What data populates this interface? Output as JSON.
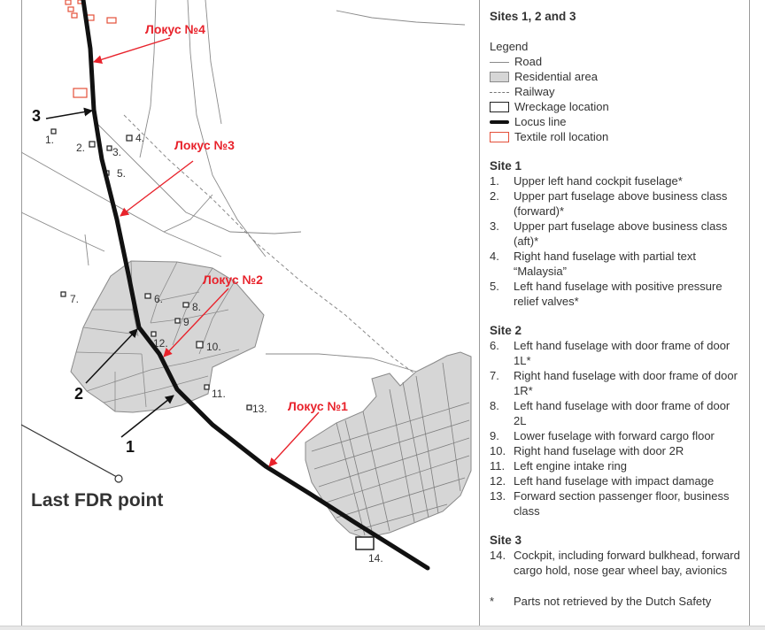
{
  "map": {
    "locus_labels": [
      "Локус №4",
      "Локус №3",
      "Локус №2",
      "Локус №1"
    ],
    "position_labels": [
      "3",
      "2",
      "1"
    ],
    "wreck_numbers": [
      "1.",
      "2.",
      "3.",
      "4.",
      "5.",
      "6.",
      "7.",
      "8.",
      "9",
      "10.",
      "11.",
      "12.",
      "13.",
      "14."
    ],
    "fdr_label": "Last FDR point",
    "colors": {
      "arrow_red": "#e8222b",
      "arrow_black": "#111111",
      "residential_fill": "#d6d6d6",
      "road": "#8a8a8a",
      "textile": "#e4503a"
    }
  },
  "panel": {
    "title": "Sites 1, 2 and 3",
    "legend_title": "Legend",
    "legend": [
      {
        "icon": "road-line-icon",
        "label": "Road"
      },
      {
        "icon": "residential-area-icon",
        "label": "Residential area"
      },
      {
        "icon": "railway-line-icon",
        "label": "Railway"
      },
      {
        "icon": "wreckage-location-icon",
        "label": "Wreckage location"
      },
      {
        "icon": "locus-line-icon",
        "label": "Locus line"
      },
      {
        "icon": "textile-roll-icon",
        "label": "Textile roll location"
      }
    ],
    "site1": {
      "heading": "Site 1",
      "items": [
        {
          "n": "1.",
          "text": "Upper left hand cockpit fuselage*"
        },
        {
          "n": "2.",
          "text": "Upper part fuselage above business class (forward)*"
        },
        {
          "n": "3.",
          "text": "Upper part fuselage above business class (aft)*"
        },
        {
          "n": "4.",
          "text": "Right hand fuselage with partial text “Malaysia”"
        },
        {
          "n": "5.",
          "text": "Left hand fuselage with positive pressure relief valves*"
        }
      ]
    },
    "site2": {
      "heading": "Site 2",
      "items": [
        {
          "n": "6.",
          "text": "Left hand fuselage with door frame of door 1L*"
        },
        {
          "n": "7.",
          "text": "Right hand fuselage with door frame of door 1R*"
        },
        {
          "n": "8.",
          "text": "Left hand fuselage with door frame of door 2L"
        },
        {
          "n": "9.",
          "text": "Lower fuselage with forward cargo floor"
        },
        {
          "n": "10.",
          "text": "Right hand fuselage with door 2R"
        },
        {
          "n": "11.",
          "text": "Left engine intake ring"
        },
        {
          "n": "12.",
          "text": "Left hand fuselage with impact damage"
        },
        {
          "n": "13.",
          "text": "Forward section passenger floor, business class"
        }
      ]
    },
    "site3": {
      "heading": "Site 3",
      "items": [
        {
          "n": "14.",
          "text": "Cockpit, including forward bulkhead, forward cargo hold, nose gear wheel bay, avionics"
        }
      ]
    },
    "footnote": {
      "mark": "*",
      "text": "Parts not retrieved by the Dutch Safety"
    }
  }
}
